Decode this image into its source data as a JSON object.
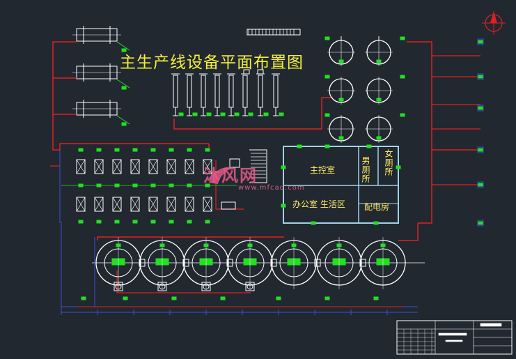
{
  "title": "主生产线设备平面布置图",
  "rooms": {
    "control_room": "主控室",
    "mens_toilet": "男厕所",
    "womens_toilet": "女厕所",
    "office_living": "办公室  生活区",
    "power_room": "配电房"
  },
  "watermark": {
    "brand": "沐风网",
    "url": "www.mfcad.com"
  },
  "colors": {
    "background": "#212830",
    "equipment": "#ffffff",
    "pipe_red": "#e02020",
    "dim_blue": "#3a4fd8",
    "marker_green": "#22e022",
    "building_cyan": "#9fd3e8",
    "label_yellow": "#f5ee3a"
  }
}
